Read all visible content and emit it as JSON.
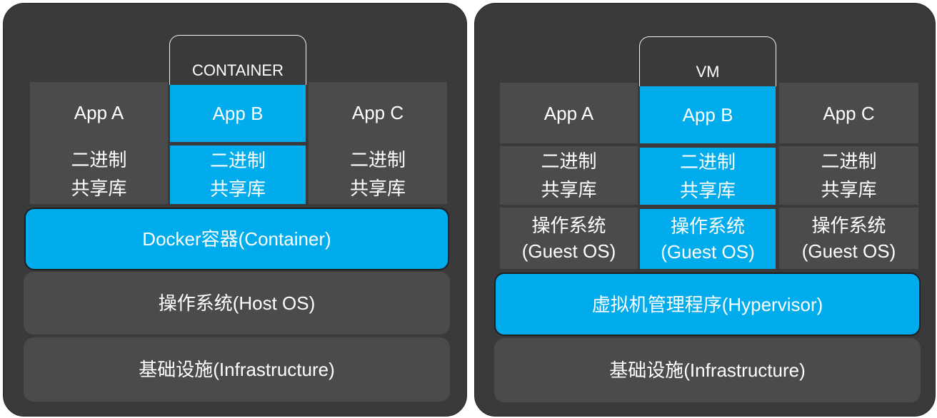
{
  "container_diagram": {
    "tab_label": "CONTAINER",
    "apps": [
      "App A",
      "App B",
      "App C"
    ],
    "bins_libs": [
      "二进制\n共享库",
      "二进制\n共享库",
      "二进制\n共享库"
    ],
    "engine": "Docker容器(Container)",
    "host_os": "操作系统(Host OS)",
    "infrastructure": "基础设施(Infrastructure)"
  },
  "vm_diagram": {
    "tab_label": "VM",
    "apps": [
      "App A",
      "App B",
      "App C"
    ],
    "bins_libs": [
      "二进制\n共享库",
      "二进制\n共享库",
      "二进制\n共享库"
    ],
    "guest_os": [
      "操作系统\n(Guest OS)",
      "操作系统\n(Guest OS)",
      "操作系统\n(Guest OS)"
    ],
    "hypervisor": "虚拟机管理程序(Hypervisor)",
    "infrastructure": "基础设施(Infrastructure)"
  },
  "colors": {
    "panel": "#3a3a3a",
    "block": "#4b4b4b",
    "highlight": "#00aceb",
    "text": "#ffffff"
  }
}
